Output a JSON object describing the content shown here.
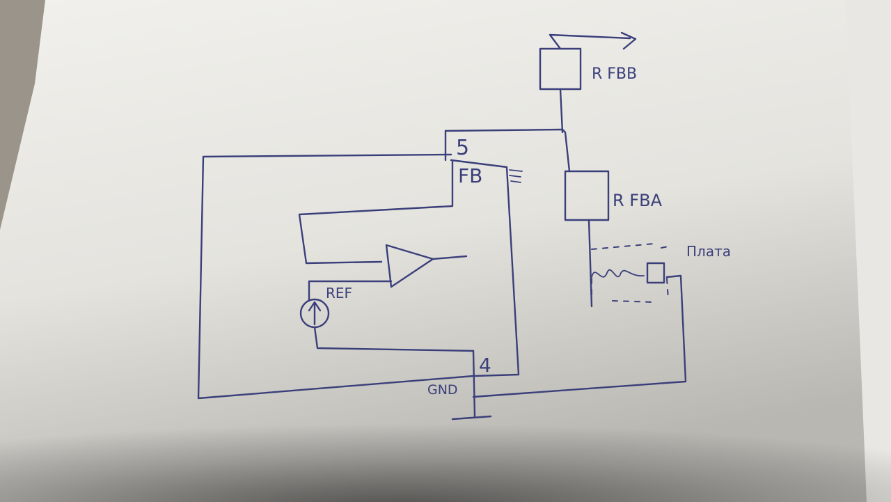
{
  "labels": {
    "r_fbb": "R FBB",
    "r_fba": "R FBA",
    "pin_5": "5",
    "fb": "FB",
    "ref": "REF",
    "pin_4": "4",
    "gnd": "GND",
    "plata": "Плата"
  },
  "colors": {
    "ink": "#3a3f7a",
    "paper": "#ecebe6",
    "table": "#8f8a82"
  }
}
